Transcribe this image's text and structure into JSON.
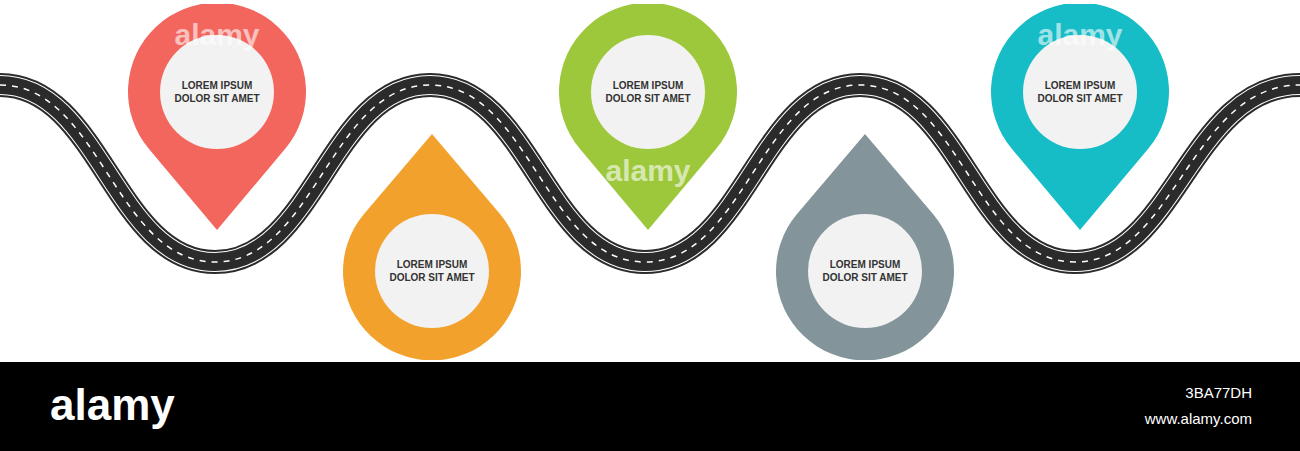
{
  "diagram": {
    "nodes": [
      {
        "text": [
          "LOREM IPSUM DOLOR SIT AMET"
        ]
      },
      {
        "text": [
          "LOREM IPSUM DOLOR SIT AMET"
        ]
      },
      {
        "text": [
          "LOREM IPSUM DOLOR SIT AMET"
        ]
      },
      {
        "text": [
          "LOREM IPSUM DOLOR SIT AMET"
        ]
      },
      {
        "text": [
          "LOREM IPSUM DOLOR SIT AMET"
        ]
      }
    ],
    "labels": [
      "alamy",
      "alamy",
      "alamy",
      "alamy",
      "3BA77DH",
      "www.alamy.com"
    ]
  }
}
